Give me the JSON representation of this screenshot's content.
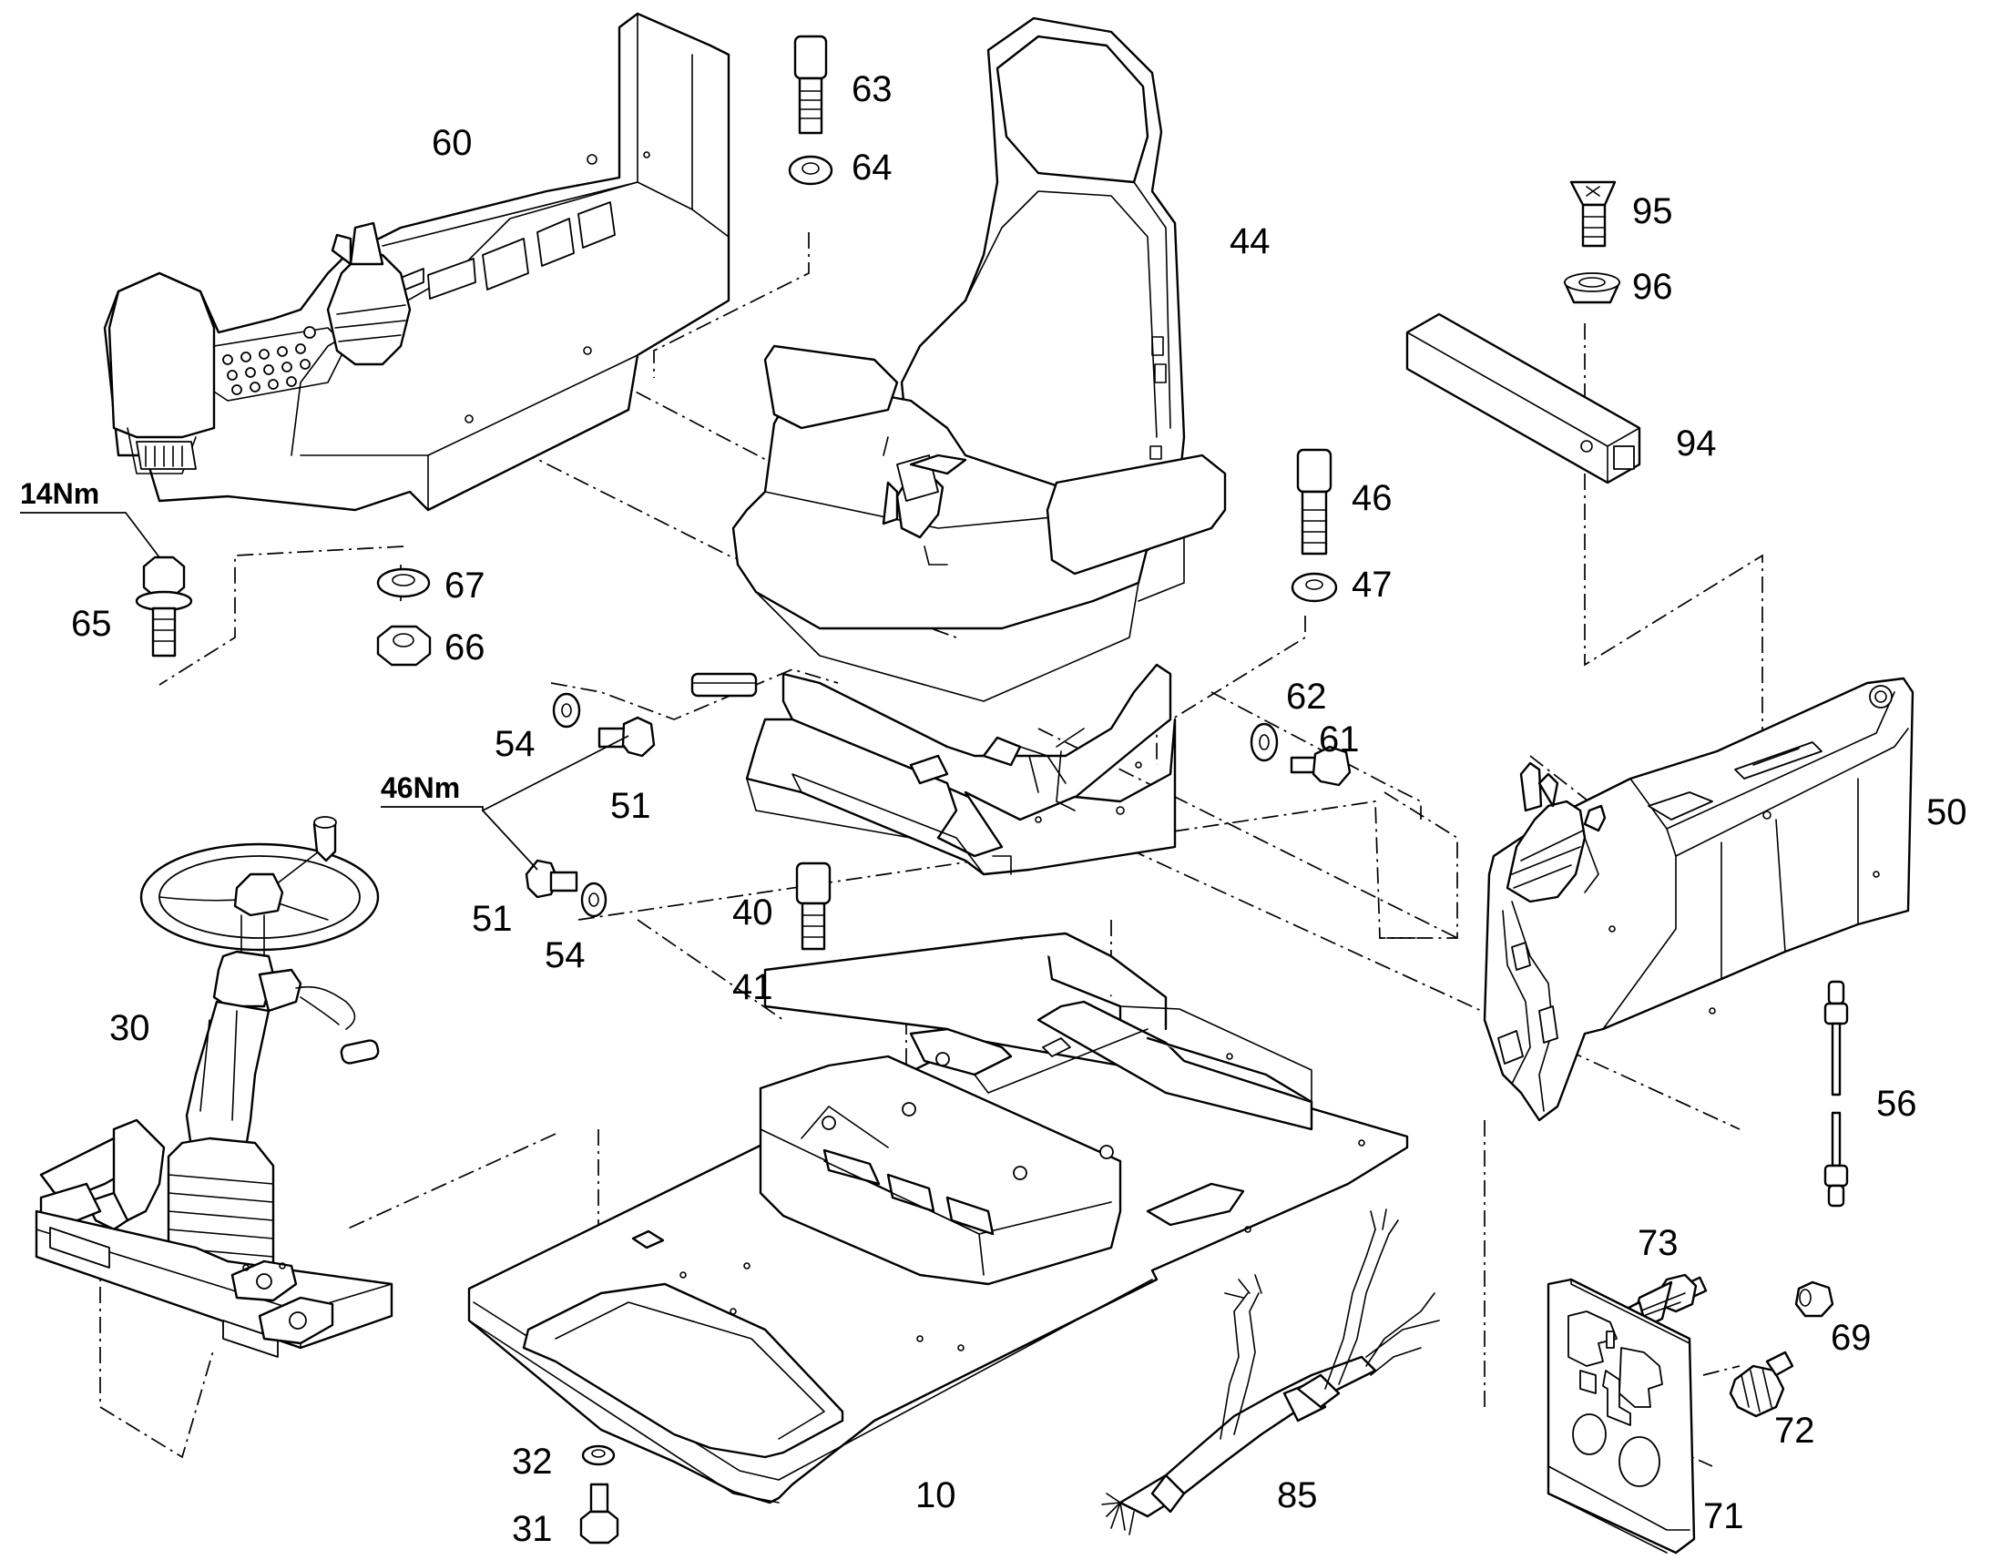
{
  "diagram": {
    "callouts": [
      {
        "id": "c60",
        "text": "60"
      },
      {
        "id": "c63",
        "text": "63"
      },
      {
        "id": "c64",
        "text": "64"
      },
      {
        "id": "c44",
        "text": "44"
      },
      {
        "id": "c95",
        "text": "95"
      },
      {
        "id": "c96",
        "text": "96"
      },
      {
        "id": "c94",
        "text": "94"
      },
      {
        "id": "c46",
        "text": "46"
      },
      {
        "id": "c47",
        "text": "47"
      },
      {
        "id": "c67",
        "text": "67"
      },
      {
        "id": "c66",
        "text": "66"
      },
      {
        "id": "c65",
        "text": "65"
      },
      {
        "id": "c62",
        "text": "62"
      },
      {
        "id": "c61",
        "text": "61"
      },
      {
        "id": "c54a",
        "text": "54"
      },
      {
        "id": "c51a",
        "text": "51"
      },
      {
        "id": "c50",
        "text": "50"
      },
      {
        "id": "c51b",
        "text": "51"
      },
      {
        "id": "c54b",
        "text": "54"
      },
      {
        "id": "c40",
        "text": "40"
      },
      {
        "id": "c41",
        "text": "41"
      },
      {
        "id": "c30",
        "text": "30"
      },
      {
        "id": "c56",
        "text": "56"
      },
      {
        "id": "c73",
        "text": "73"
      },
      {
        "id": "c69",
        "text": "69"
      },
      {
        "id": "c72",
        "text": "72"
      },
      {
        "id": "c32",
        "text": "32"
      },
      {
        "id": "c31",
        "text": "31"
      },
      {
        "id": "c10",
        "text": "10"
      },
      {
        "id": "c85",
        "text": "85"
      },
      {
        "id": "c71",
        "text": "71"
      }
    ],
    "torque_labels": [
      {
        "id": "t14",
        "text": "14Nm"
      },
      {
        "id": "t46",
        "text": "46Nm"
      }
    ]
  }
}
